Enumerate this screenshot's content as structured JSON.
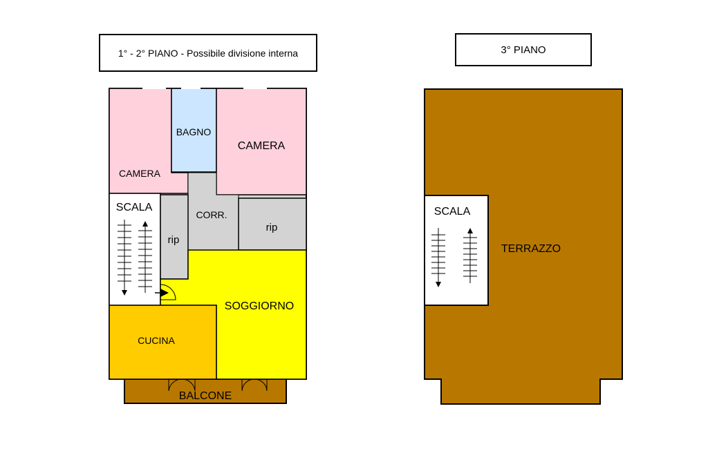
{
  "left_plan": {
    "title": "1° - 2° PIANO - Possibile divisione interna",
    "rooms": {
      "camera_left": "CAMERA",
      "bagno": "BAGNO",
      "camera_right": "CAMERA",
      "scala": "SCALA",
      "corr": "CORR.",
      "rip_left": "rip",
      "rip_right": "rip",
      "soggiorno": "SOGGIORNO",
      "cucina": "CUCINA",
      "balcone": "BALCONE"
    }
  },
  "right_plan": {
    "title": "3° PIANO",
    "rooms": {
      "scala": "SCALA",
      "terrazzo": "TERRAZZO"
    }
  },
  "colors": {
    "camera": "#ffd1dc",
    "bagno": "#cce6ff",
    "service": "#d3d3d3",
    "soggiorno": "#ffff00",
    "cucina": "#ffcc00",
    "terrace": "#b87800",
    "stairs": "#ffffff"
  }
}
